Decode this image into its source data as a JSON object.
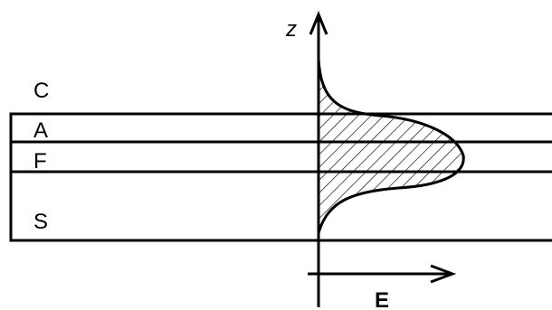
{
  "labels": {
    "cladding": "C",
    "adhesion": "A",
    "film": "F",
    "substrate": "S",
    "z_axis": "z",
    "e_axis": "E"
  },
  "colors": {
    "stroke": "#000000",
    "background": "#ffffff"
  }
}
